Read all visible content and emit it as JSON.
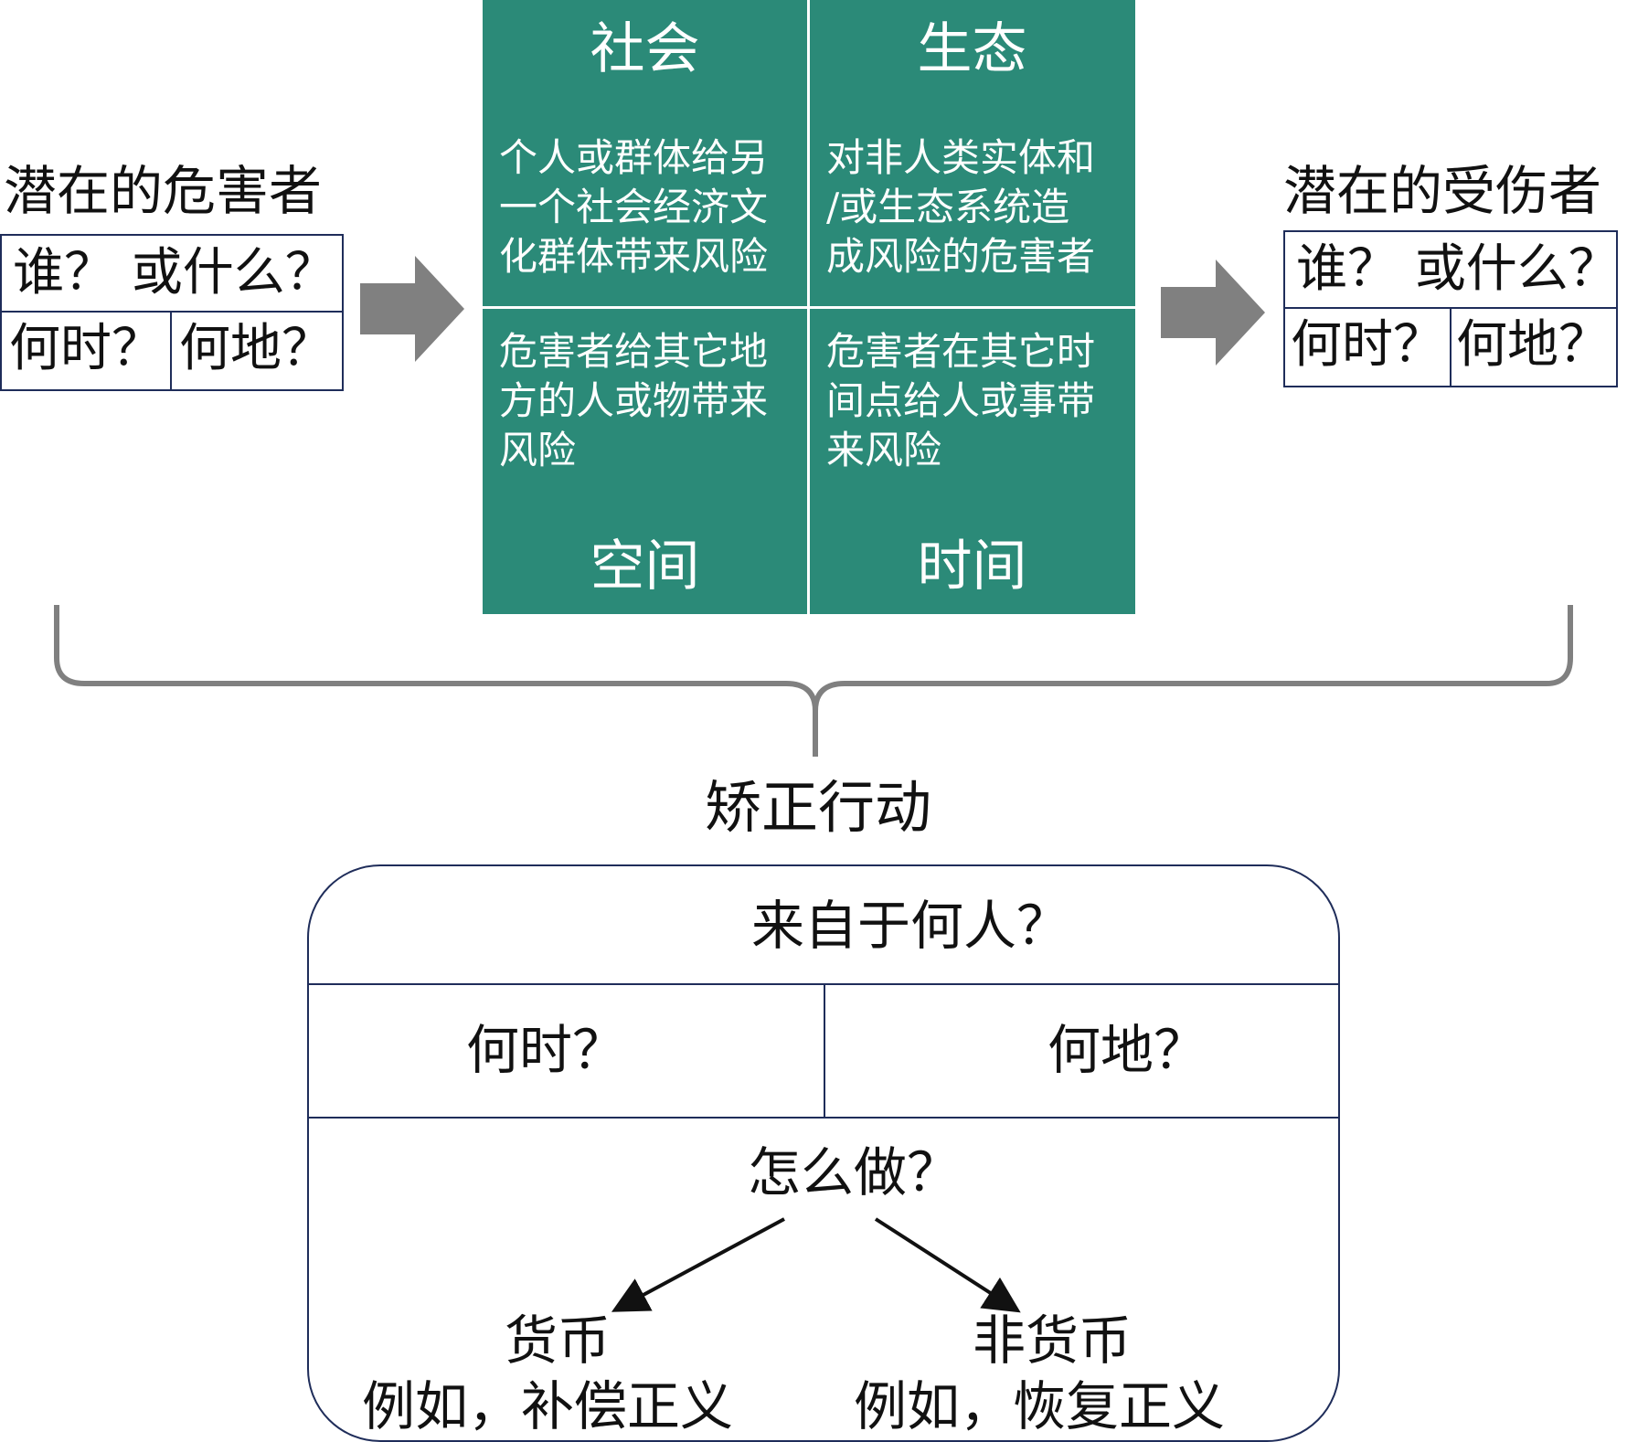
{
  "harmer": {
    "title": "潜在的危害者",
    "q_who": "谁？ 或什么？",
    "q_when": "何时？",
    "q_where": "何地？"
  },
  "victim": {
    "title": "潜在的受伤者",
    "q_who": "谁？ 或什么？",
    "q_when": "何时？",
    "q_where": "何地？"
  },
  "matrix": {
    "social_title": "社会",
    "ecological_title": "生态",
    "social_text": [
      "个人或群体给另",
      "一个社会经济文",
      "化群体带来风险"
    ],
    "ecological_text": [
      "对非人类实体和",
      "/或生态系统造",
      "成风险的危害者"
    ],
    "space_text": [
      "危害者给其它地",
      "方的人或物带来",
      "风险"
    ],
    "time_text": [
      "危害者在其它时",
      "间点给人或事带",
      "来风险"
    ],
    "space_title": "空间",
    "time_title": "时间"
  },
  "corrective": {
    "title": "矫正行动",
    "from_whom": "来自于何人？",
    "when": "何时？",
    "where": "何地？",
    "how": "怎么做？",
    "monetary": "货币",
    "monetary_example": "例如，补偿正义",
    "nonmonetary": "非货币",
    "nonmonetary_example": "例如，恢复正义"
  },
  "colors": {
    "matrix_fill": "#2b8a78",
    "arrow_fill": "#808080",
    "border": "#1f2d5a",
    "brace": "#808080"
  }
}
